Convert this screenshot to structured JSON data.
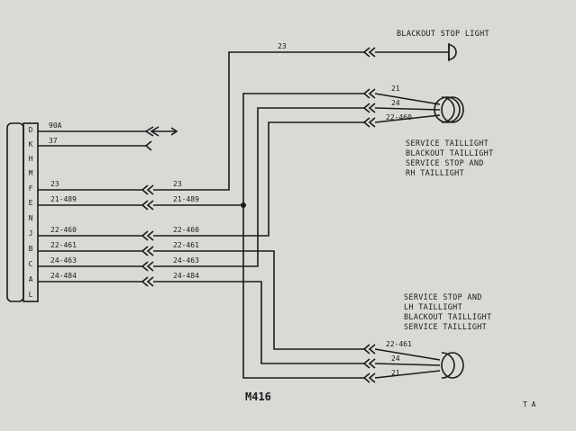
{
  "connector": {
    "pins": [
      "D",
      "K",
      "H",
      "M",
      "F",
      "E",
      "N",
      "J",
      "B",
      "C",
      "A",
      "L"
    ],
    "wire_90A": "90A",
    "wire_37": "37",
    "wire_23": "23",
    "wire_21_489": "21-489",
    "wire_22_460": "22-460",
    "wire_22_461": "22-461",
    "wire_24_463": "24-463",
    "wire_24_484": "24-484"
  },
  "mid": {
    "w23": "23",
    "w21_489": "21-489",
    "w22_460": "22-460",
    "w22_461": "22-461",
    "w24_463": "24-463",
    "w24_484": "24-484"
  },
  "top": {
    "w23": "23",
    "w21": "21",
    "w24": "24",
    "w22_460": "22-460"
  },
  "bottom": {
    "w22_461": "22-461",
    "w24": "24",
    "w21": "21"
  },
  "labels": {
    "blackout_stop": "BLACKOUT STOP LIGHT",
    "rh_1": "SERVICE TAILLIGHT",
    "rh_2": "BLACKOUT TAILLIGHT",
    "rh_3": "SERVICE STOP AND",
    "rh_4": "RH TAILLIGHT",
    "lh_1": "SERVICE STOP AND",
    "lh_2": "LH TAILLIGHT",
    "lh_3": "BLACKOUT TAILLIGHT",
    "lh_4": "SERVICE TAILLIGHT"
  },
  "diagram_title": "M416",
  "corner_mark": "T A"
}
